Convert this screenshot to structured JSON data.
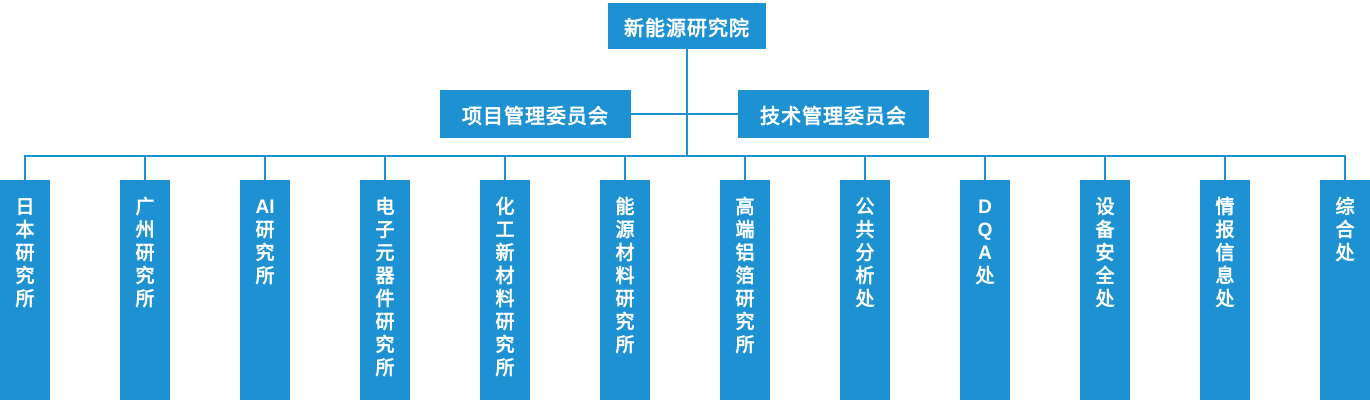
{
  "org_chart": {
    "root": {
      "label": "新能源研究院"
    },
    "committees": [
      {
        "label": "项目管理委员会"
      },
      {
        "label": "技术管理委员会"
      }
    ],
    "departments": [
      {
        "label": "日本研究所",
        "lines": [
          "日",
          "本",
          "研",
          "究",
          "所"
        ]
      },
      {
        "label": "广州研究所",
        "lines": [
          "广",
          "州",
          "研",
          "究",
          "所"
        ]
      },
      {
        "label": "AI研究所",
        "lines": [
          "AI",
          "研",
          "究",
          "所"
        ]
      },
      {
        "label": "电子元器件研究所",
        "lines": [
          "电",
          "子",
          "元",
          "器",
          "件",
          "研",
          "究",
          "所"
        ]
      },
      {
        "label": "化工新材料研究所",
        "lines": [
          "化",
          "工",
          "新",
          "材",
          "料",
          "研",
          "究",
          "所"
        ]
      },
      {
        "label": "能源材料研究所",
        "lines": [
          "能",
          "源",
          "材",
          "料",
          "研",
          "究",
          "所"
        ]
      },
      {
        "label": "高端铝箔研究所",
        "lines": [
          "高",
          "端",
          "铝",
          "箔",
          "研",
          "究",
          "所"
        ]
      },
      {
        "label": "公共分析处",
        "lines": [
          "公",
          "共",
          "分",
          "析",
          "处"
        ]
      },
      {
        "label": "DQA处",
        "lines": [
          "D",
          "Q",
          "A",
          "处"
        ]
      },
      {
        "label": "设备安全处",
        "lines": [
          "设",
          "备",
          "安",
          "全",
          "处"
        ]
      },
      {
        "label": "情报信息处",
        "lines": [
          "情",
          "报",
          "信",
          "息",
          "处"
        ]
      },
      {
        "label": "综合处",
        "lines": [
          "综",
          "合",
          "处"
        ]
      }
    ]
  },
  "colors": {
    "node_fill": "#1d91d2",
    "connector": "#1d91d2",
    "node_text": "#ffffff",
    "background": "#ffffff"
  }
}
